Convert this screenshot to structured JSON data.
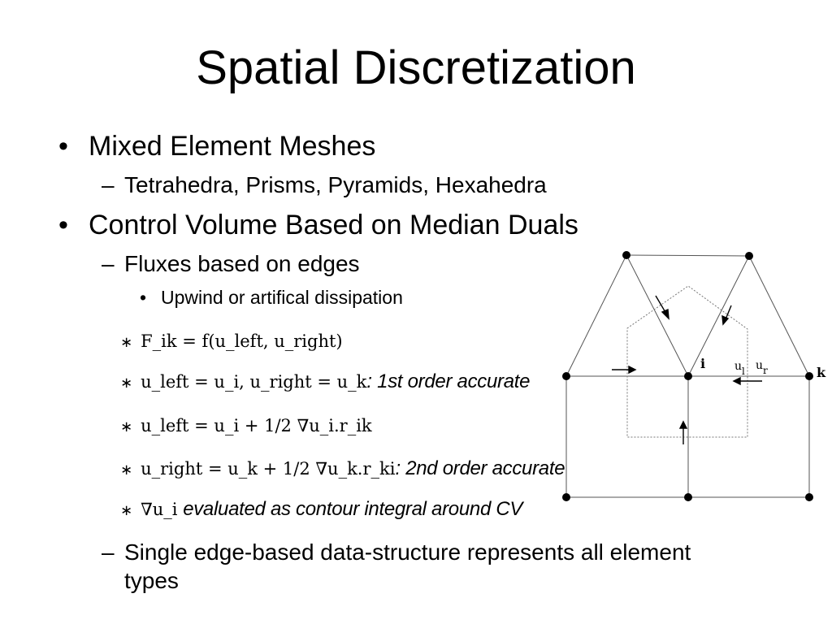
{
  "slide": {
    "title": "Spatial Discretization",
    "bullet_symbol": "•",
    "dash_symbol": "–",
    "eq_star": "∗",
    "items": {
      "b1": "Mixed Element Meshes",
      "b1_sub": "Tetrahedra, Prisms, Pyramids, Hexahedra",
      "b2": "Control Volume Based on Median Duals",
      "b2_sub1": "Fluxes based on edges",
      "b2_sub1_sub": "Upwind or artifical dissipation",
      "b2_sub2": "Single edge-based data-structure represents all element types"
    },
    "equations": [
      {
        "math": "F_ik = f(u_left, u_right)",
        "note": ""
      },
      {
        "math": "u_left = u_i, u_right = u_k",
        "note": ": 1st order accurate"
      },
      {
        "math": "u_left = u_i + 1/2 ∇u_i.r_ik",
        "note": ""
      },
      {
        "math": "u_right = u_k + 1/2 ∇u_k.r_ki",
        "note": ": 2nd order accurate"
      },
      {
        "math": "∇u_i",
        "note": "evaluated as contour integral around CV"
      }
    ]
  },
  "diagram": {
    "labels": {
      "i": "i",
      "k": "k",
      "ul": "u",
      "ul_sub": "l",
      "ur": "u",
      "ur_sub": "r"
    }
  }
}
